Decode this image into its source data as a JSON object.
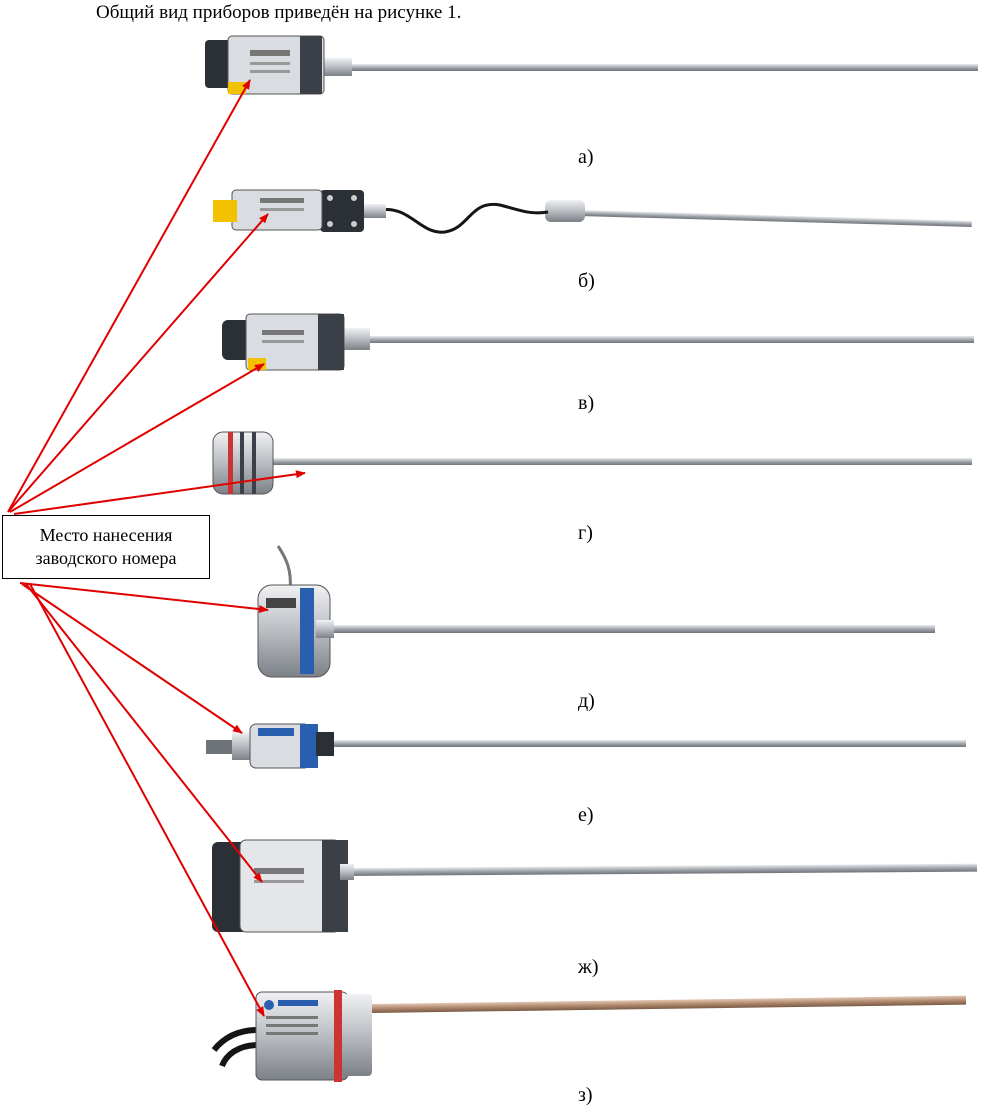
{
  "intro_text": "Общий вид приборов приведён на рисунке 1.",
  "callout": {
    "line1": "Место нанесения",
    "line2": "заводского номера"
  },
  "figure_labels": [
    "а)",
    "б)",
    "в)",
    "г)",
    "д)",
    "е)",
    "ж)",
    "з)"
  ],
  "colors": {
    "arrow": "#e00000",
    "rod": "#9aa0a6",
    "housing_dark": "#2b2f36",
    "housing_light": "#d9dce0",
    "accent_yellow": "#f2c200",
    "accent_blue": "#2a5fb0",
    "copper_rod": "#b08a6e"
  }
}
